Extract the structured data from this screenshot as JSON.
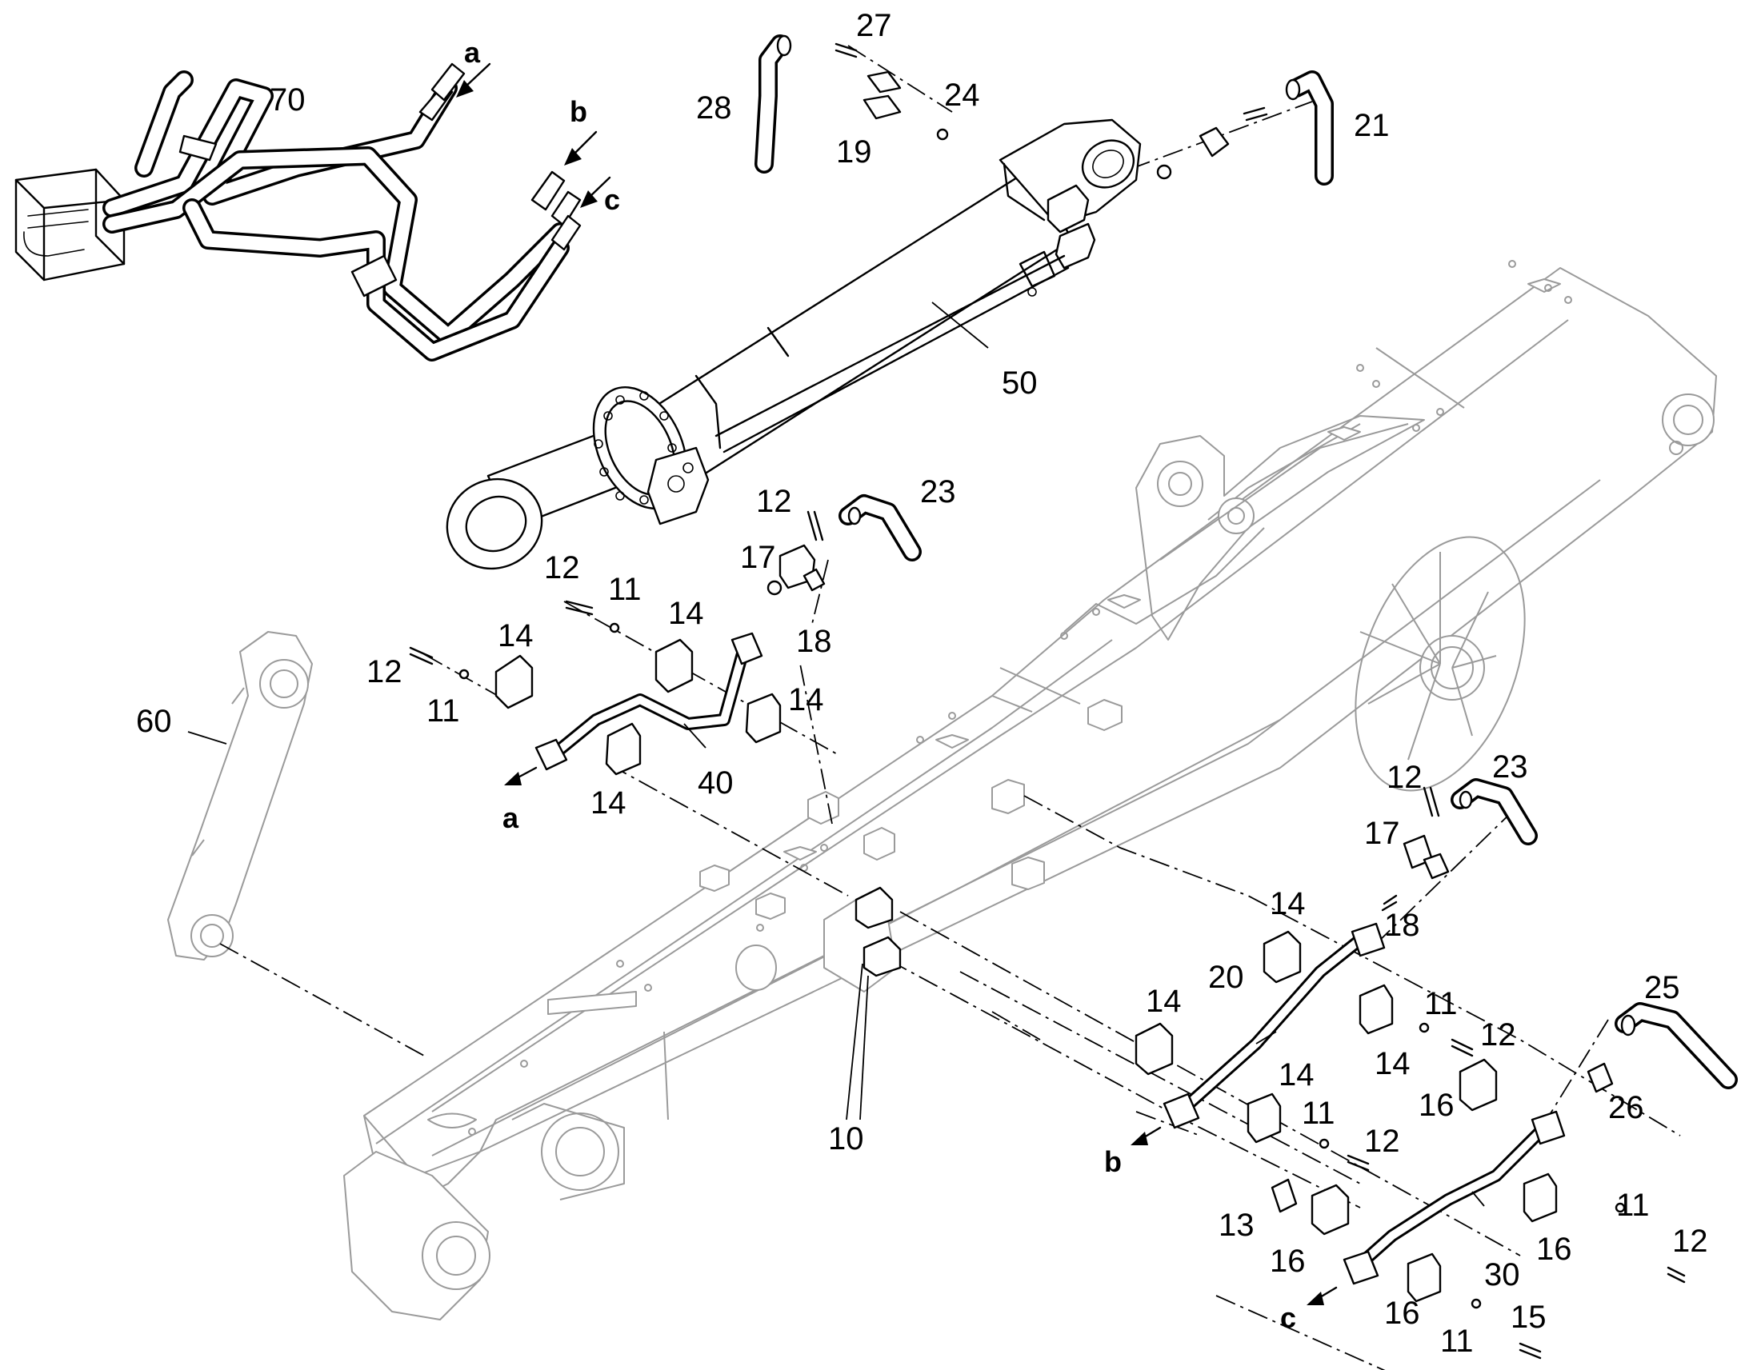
{
  "diagram": {
    "part_numbers": [
      "70",
      "a",
      "b",
      "c",
      "27",
      "28",
      "24",
      "19",
      "21",
      "50",
      "23",
      "12",
      "17",
      "18",
      "11",
      "14",
      "60",
      "40",
      "20",
      "10",
      "25",
      "26",
      "16",
      "13",
      "30",
      "15"
    ],
    "port_labels": [
      "a",
      "b",
      "c"
    ]
  }
}
